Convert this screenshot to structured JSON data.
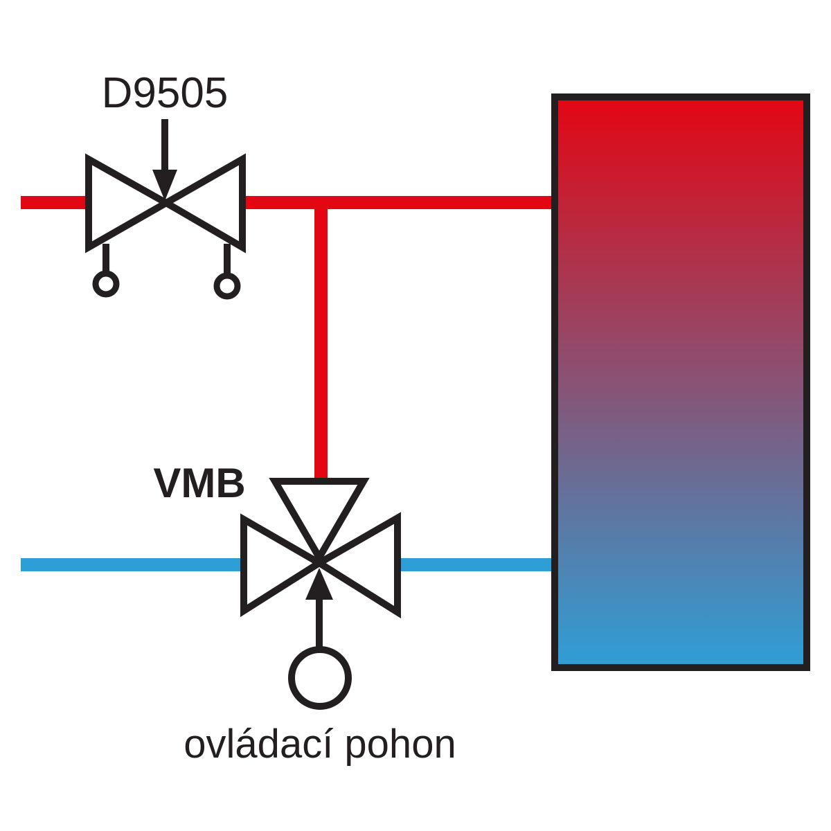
{
  "labels": {
    "top_valve": "D9505",
    "bottom_valve": "VMB",
    "actuator": "ovládací pohon"
  },
  "colors": {
    "hot_pipe": "#e30613",
    "cold_pipe": "#2e9fd6",
    "outline": "#231f20",
    "tank_top": "#e30613",
    "tank_bottom": "#2e9fd6",
    "background": "#ffffff"
  }
}
